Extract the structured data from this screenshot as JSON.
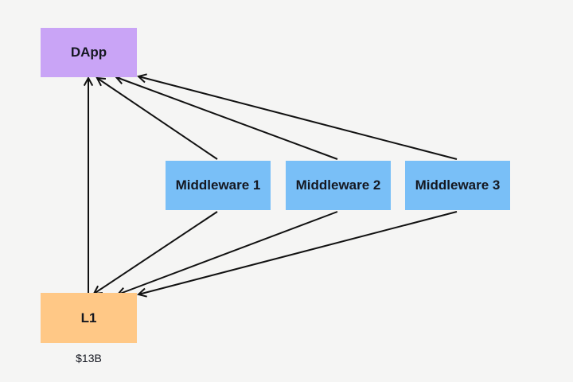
{
  "nodes": {
    "dapp": {
      "label": "DApp"
    },
    "l1": {
      "label": "L1",
      "value": "$13B"
    },
    "middlewares": [
      {
        "label": "Middleware 1"
      },
      {
        "label": "Middleware 2"
      },
      {
        "label": "Middleware 3"
      }
    ]
  },
  "edges": [
    {
      "from": "l1",
      "to": "dapp"
    },
    {
      "from": "middleware-1",
      "to": "dapp"
    },
    {
      "from": "middleware-2",
      "to": "dapp"
    },
    {
      "from": "middleware-3",
      "to": "dapp"
    },
    {
      "from": "middleware-1",
      "to": "l1"
    },
    {
      "from": "middleware-2",
      "to": "l1"
    },
    {
      "from": "middleware-3",
      "to": "l1"
    }
  ],
  "colors": {
    "dapp": "#c9a4f6",
    "l1": "#ffc886",
    "middleware": "#79bff7",
    "arrow": "#111111",
    "background": "#f5f5f4"
  }
}
